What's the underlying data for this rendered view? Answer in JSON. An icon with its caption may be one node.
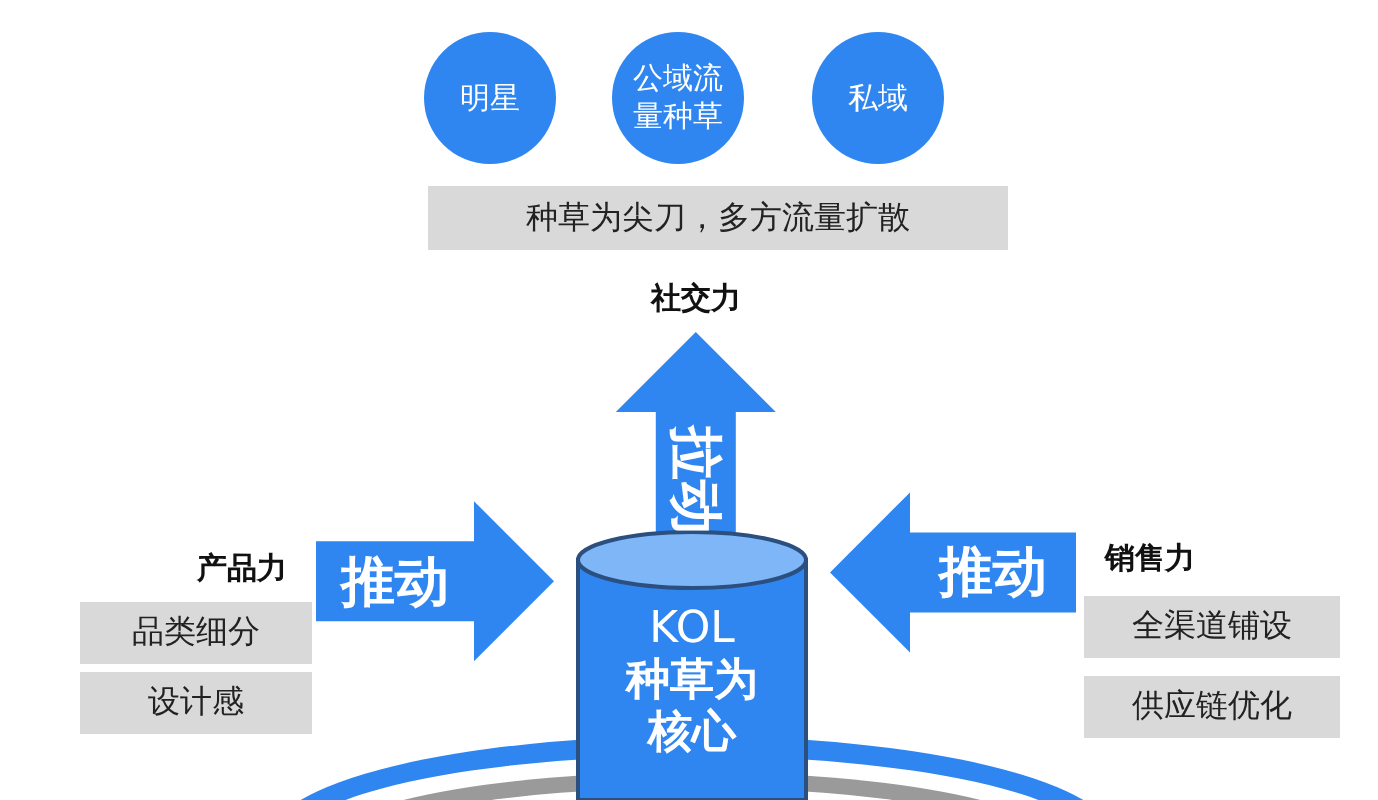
{
  "diagram": {
    "nodes": [
      {
        "text": [
          "明星"
        ]
      },
      {
        "text": [
          "公域流量种草"
        ]
      },
      {
        "text": [
          "私域"
        ]
      },
      {
        "text": [
          "种草为尖刀，多方流量扩散"
        ]
      },
      {
        "text": [
          "社交力"
        ]
      },
      {
        "text": [
          "KOL",
          "种草为核心"
        ]
      },
      {
        "text": [
          "产品力"
        ]
      },
      {
        "text": [
          "品类细分"
        ]
      },
      {
        "text": [
          "设计感"
        ]
      },
      {
        "text": [
          "销售力"
        ]
      },
      {
        "text": [
          "全渠道铺设"
        ]
      },
      {
        "text": [
          "供应链优化"
        ]
      }
    ],
    "edges": [
      {
        "from": 5,
        "to": 4,
        "arrow": "to",
        "label": "拉动",
        "style": "thick"
      },
      {
        "from": 6,
        "to": 5,
        "arrow": "to",
        "label": "推动",
        "style": "thick"
      },
      {
        "from": 9,
        "to": 5,
        "arrow": "to",
        "label": "推动",
        "style": "thick"
      }
    ]
  }
}
